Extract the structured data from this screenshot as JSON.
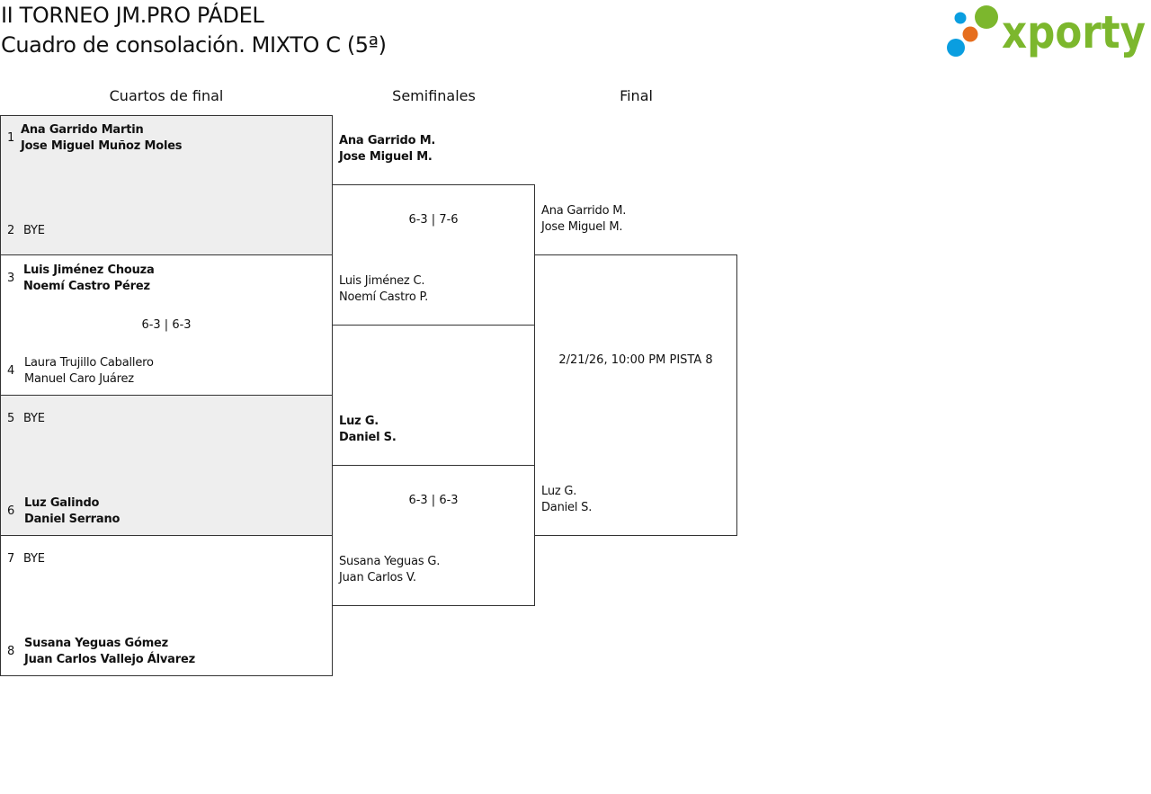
{
  "header": {
    "title": "II TORNEO JM.PRO PÁDEL",
    "subtitle": "Cuadro de consolación. MIXTO C (5ª)",
    "logo_text": "xporty",
    "colors": {
      "logo_green": "#7cb72d",
      "logo_blue": "#0a9ee0",
      "logo_orange": "#e66e1e",
      "bye_shade": "#eeeeee"
    }
  },
  "rounds": {
    "quarterfinals": "Cuartos de final",
    "semifinals": "Semifinales",
    "final": "Final"
  },
  "quarterfinals": [
    {
      "p1": {
        "seed": "1",
        "line1": "Ana Garrido Martin",
        "line2": "Jose Miguel Muñoz Moles",
        "winner": true
      },
      "p2": {
        "seed": "2",
        "line1": "BYE",
        "line2": "",
        "winner": false
      },
      "score": ""
    },
    {
      "p1": {
        "seed": "3",
        "line1": "Luis Jiménez Chouza",
        "line2": "Noemí Castro Pérez",
        "winner": true
      },
      "p2": {
        "seed": "4",
        "line1": "Laura Trujillo Caballero",
        "line2": "Manuel Caro Juárez",
        "winner": false
      },
      "score": "6-3 | 6-3"
    },
    {
      "p1": {
        "seed": "5",
        "line1": "BYE",
        "line2": "",
        "winner": false
      },
      "p2": {
        "seed": "6",
        "line1": "Luz Galindo",
        "line2": "Daniel Serrano",
        "winner": true
      },
      "score": ""
    },
    {
      "p1": {
        "seed": "7",
        "line1": "BYE",
        "line2": "",
        "winner": false
      },
      "p2": {
        "seed": "8",
        "line1": "Susana Yeguas Gómez",
        "line2": "Juan Carlos Vallejo Álvarez",
        "winner": true
      },
      "score": ""
    }
  ],
  "semifinals": [
    {
      "p1": {
        "line1": "Ana Garrido M.",
        "line2": "Jose Miguel M.",
        "winner": true
      },
      "p2": {
        "line1": "Luis Jiménez C.",
        "line2": "Noemí Castro P.",
        "winner": false
      },
      "score": "6-3 | 7-6"
    },
    {
      "p1": {
        "line1": "Luz G.",
        "line2": "Daniel S.",
        "winner": true
      },
      "p2": {
        "line1": "Susana Yeguas G.",
        "line2": "Juan Carlos V.",
        "winner": false
      },
      "score": "6-3 | 6-3"
    }
  ],
  "final": {
    "p1": {
      "line1": "Ana Garrido M.",
      "line2": "Jose Miguel M."
    },
    "p2": {
      "line1": "Luz G.",
      "line2": "Daniel S."
    },
    "schedule": "2/21/26, 10:00 PM PISTA 8"
  }
}
